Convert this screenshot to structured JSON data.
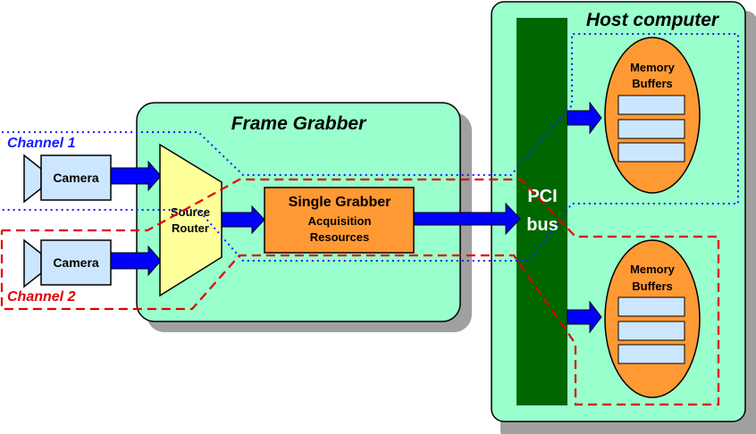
{
  "host": {
    "title": "Host computer"
  },
  "frame_grabber": {
    "title": "Frame Grabber"
  },
  "channels": [
    {
      "label": "Channel 1",
      "color": "#1a1aff"
    },
    {
      "label": "Channel 2",
      "color": "#e00000"
    }
  ],
  "cameras": [
    {
      "label": "Camera"
    },
    {
      "label": "Camera"
    }
  ],
  "router": {
    "line1": "Source",
    "line2": "Router"
  },
  "grabber": {
    "line1": "Single Grabber",
    "line2": "Acquisition",
    "line3": "Resources"
  },
  "pci": {
    "line1": "PCI",
    "line2": "bus"
  },
  "memory": [
    {
      "line1": "Memory",
      "line2": "Buffers"
    },
    {
      "line1": "Memory",
      "line2": "Buffers"
    }
  ],
  "colors": {
    "box_fill": "#99ffcc",
    "shadow": "#a0a0a0",
    "camera": "#cce6ff",
    "arrow": "#0000ff",
    "router": "#ffff99",
    "grabber": "#ff9933",
    "pci": "#006600",
    "memory": "#ff9933"
  }
}
